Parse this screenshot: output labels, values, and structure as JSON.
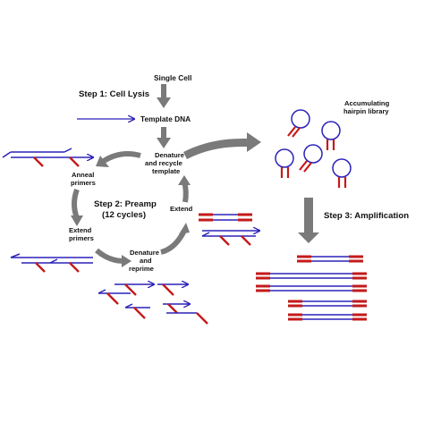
{
  "labels": {
    "single_cell": "Single Cell",
    "step1": "Step 1: Cell Lysis",
    "template_dna": "Template DNA",
    "denature_recycle_1": "Denature",
    "denature_recycle_2": "and recycle",
    "denature_recycle_3": "template",
    "anneal_1": "Anneal",
    "anneal_2": "primers",
    "step2_1": "Step 2: Preamp",
    "step2_2": "(12 cycles)",
    "extend": "Extend",
    "extend_primers_1": "Extend",
    "extend_primers_2": "primers",
    "denature_reprime_1": "Denature",
    "denature_reprime_2": "and",
    "denature_reprime_3": "reprime",
    "hairpin_1": "Accumulating",
    "hairpin_2": "hairpin library",
    "step3": "Step 3: Amplification"
  },
  "colors": {
    "template_strand": "#2b22b8",
    "primer": "#c41a1a",
    "arrow": "#7a7a7a",
    "text": "#111111"
  }
}
